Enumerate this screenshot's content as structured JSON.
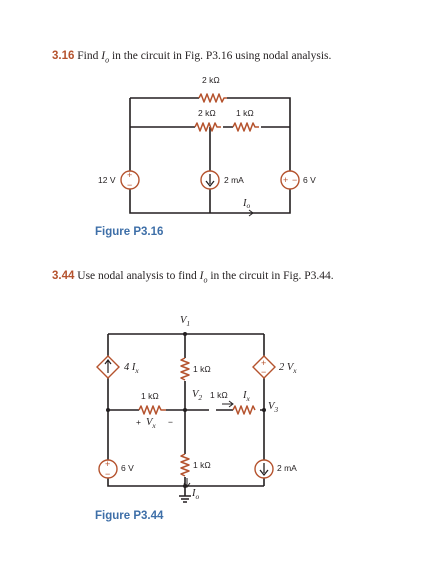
{
  "problem_316": {
    "number": "3.16",
    "text_a": "Find ",
    "var": "I",
    "var_sub": "o",
    "text_b": " in the circuit in Fig. P3.16 using nodal analysis."
  },
  "fig_316": {
    "label": "Figure P3.16",
    "r_top": "2 kΩ",
    "r_mid_left": "2 kΩ",
    "r_mid_right": "1 kΩ",
    "v_left": "12 V",
    "i_mid": "2 mA",
    "v_right": "6 V",
    "io": "I",
    "io_sub": "o",
    "plus": "+",
    "minus": "−"
  },
  "problem_344": {
    "number": "3.44",
    "text_a": "Use nodal analysis to find ",
    "var": "I",
    "var_sub": "o",
    "text_b": " in the circuit in Fig. P3.44."
  },
  "fig_344": {
    "label": "Figure P3.44",
    "v1": "V",
    "v1_sub": "1",
    "dep_left": "4 I",
    "dep_left_sub": "x",
    "r_center_top": "1 kΩ",
    "dep_right": "2 V",
    "dep_right_sub": "x",
    "v2": "V",
    "v2_sub": "2",
    "r_v2v3": "1 kΩ",
    "ix": "I",
    "ix_sub": "x",
    "v3": "V",
    "v3_sub": "3",
    "r_left": "1 kΩ",
    "vx_plus": "+",
    "vx": "V",
    "vx_sub": "x",
    "vx_minus": "−",
    "v_left": "6 V",
    "r_center_bottom": "1 kΩ",
    "i_right": "2 mA",
    "io": "I",
    "io_sub": "o",
    "plus": "+",
    "minus": "−"
  },
  "colors": {
    "accent": "#b5532e",
    "figure_label": "#3e6fa8",
    "ink": "#231f20"
  }
}
